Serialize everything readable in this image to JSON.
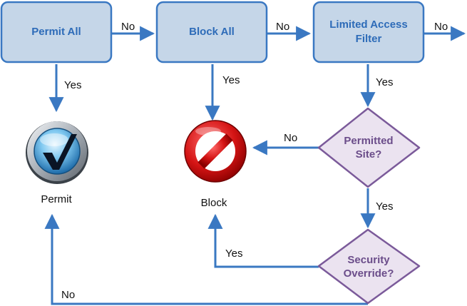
{
  "nodes": {
    "permit_all": {
      "label": "Permit All"
    },
    "block_all": {
      "label": "Block All"
    },
    "limited_access_filter": {
      "line1": "Limited Access",
      "line2": "Filter"
    },
    "permitted_site": {
      "line1": "Permitted",
      "line2": "Site?"
    },
    "security_override": {
      "line1": "Security",
      "line2": "Override?"
    }
  },
  "outcomes": {
    "permit": {
      "label": "Permit",
      "icon": "checkmark-icon"
    },
    "block": {
      "label": "Block",
      "icon": "prohibition-icon"
    }
  },
  "edges": {
    "permit_all_no": "No",
    "permit_all_yes": "Yes",
    "block_all_no": "No",
    "block_all_yes": "Yes",
    "limited_no": "No",
    "limited_yes": "Yes",
    "permitted_no": "No",
    "permitted_yes": "Yes",
    "override_yes": "Yes",
    "override_no": "No"
  },
  "colors": {
    "box_fill": "#c5d6e8",
    "box_stroke": "#3a78c2",
    "box_text": "#2d6bb8",
    "diamond_fill": "#ebe3f0",
    "diamond_stroke": "#7b5a9a",
    "diamond_text": "#6b4d8a",
    "arrow": "#3a78c2"
  }
}
